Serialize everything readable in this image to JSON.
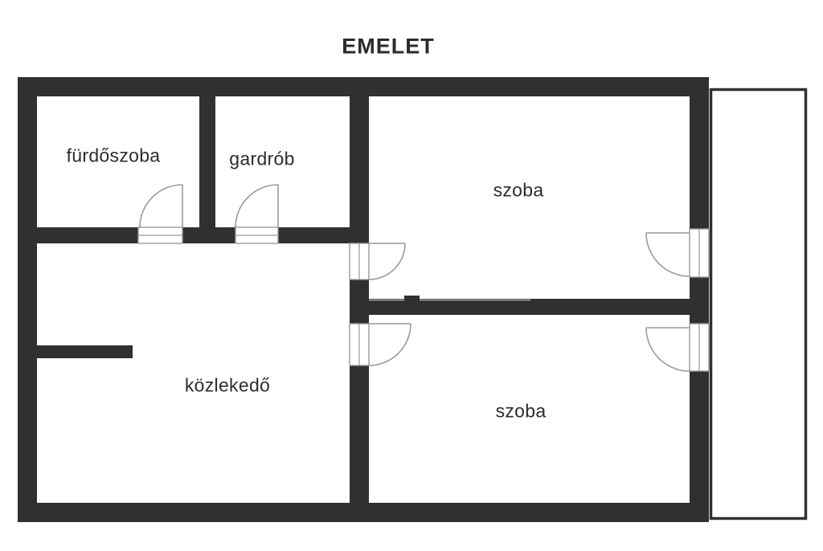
{
  "title": "EMELET",
  "rooms": {
    "bathroom": "fürdőszoba",
    "wardrobe": "gardrób",
    "room_upper": "szoba",
    "room_lower": "szoba",
    "hallway": "közlekedő"
  },
  "colors": {
    "wall": "#303032",
    "thin_line": "#9a9a9a",
    "text": "#2c2c2e",
    "background": "#ffffff"
  }
}
